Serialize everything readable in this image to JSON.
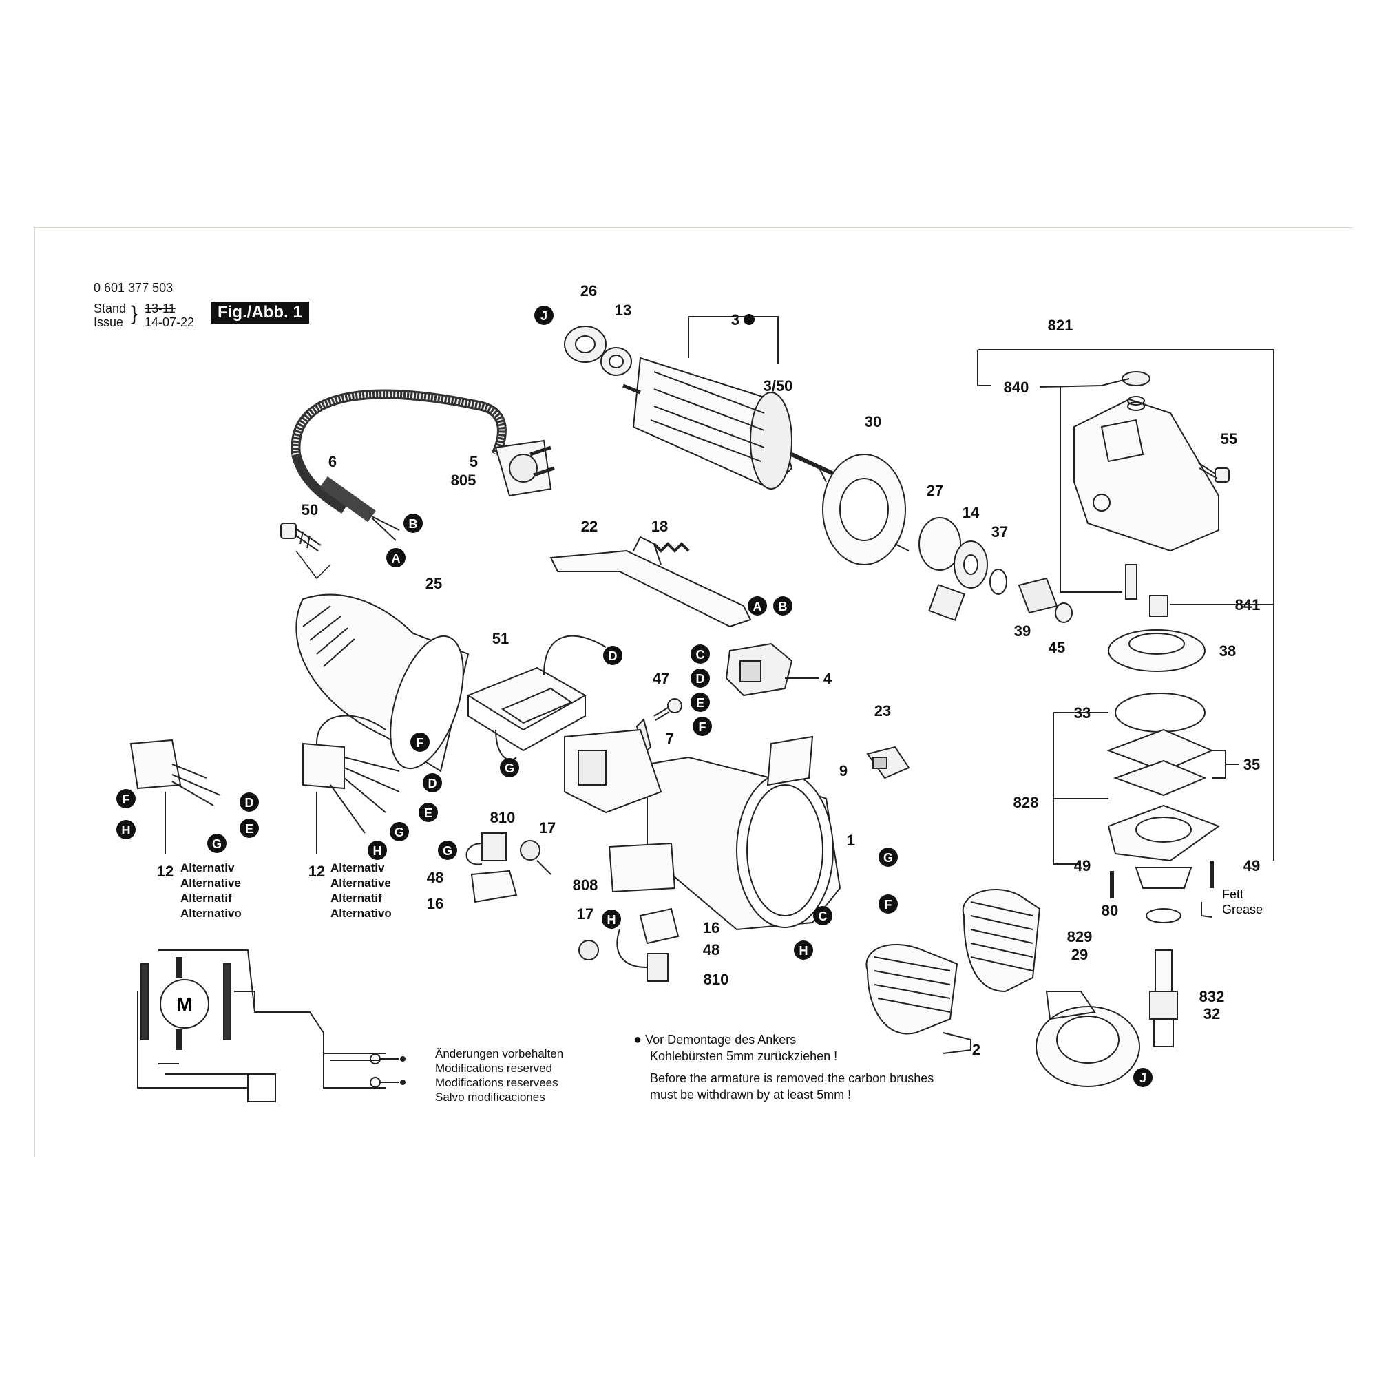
{
  "header": {
    "part_number": "0 601 377 503",
    "stand_label": "Stand",
    "issue_label": "Issue",
    "old_date": "13-11",
    "issue_date": "14-07-22",
    "figure_badge": "Fig./Abb. 1"
  },
  "part_labels": {
    "p26": "26",
    "p13": "13",
    "p3": "3",
    "p3_50": "3/50",
    "p821": "821",
    "p840": "840",
    "p55": "55",
    "p30": "30",
    "p27": "27",
    "p14": "14",
    "p37": "37",
    "p39": "39",
    "p45": "45",
    "p841": "841",
    "p38": "38",
    "p33": "33",
    "p35": "35",
    "p828": "828",
    "p49a": "49",
    "p49b": "49",
    "p80": "80",
    "p829": "829",
    "p29": "29",
    "p832": "832",
    "p32": "32",
    "p6": "6",
    "p5": "5",
    "p805": "805",
    "p50": "50",
    "p25": "25",
    "p22": "22",
    "p18": "18",
    "p4": "4",
    "p51": "51",
    "p47": "47",
    "p7": "7",
    "p23": "23",
    "p9": "9",
    "p1": "1",
    "p810a": "810",
    "p17a": "17",
    "p48a": "48",
    "p16a": "16",
    "p808": "808",
    "p17b": "17",
    "p16b": "16",
    "p48b": "48",
    "p810b": "810",
    "p2": "2",
    "p12a": "12",
    "p12b": "12"
  },
  "connectors": {
    "A": "A",
    "B": "B",
    "C": "C",
    "D": "D",
    "E": "E",
    "F": "F",
    "G": "G",
    "H": "H",
    "J": "J"
  },
  "grease": {
    "de": "Fett",
    "en": "Grease"
  },
  "alternative_labels": [
    "Alternativ",
    "Alternative",
    "Alternatif",
    "Alternativo"
  ],
  "motor_symbol": "M",
  "modifications": [
    "Änderungen vorbehalten",
    "Modifications reserved",
    "Modifications reservees",
    "Salvo modificaciones"
  ],
  "brush_notice": {
    "de_line1": "Vor Demontage des Ankers",
    "de_line2": "Kohlebürsten 5mm zurückziehen !",
    "en_line1": "Before the armature is removed the carbon brushes",
    "en_line2": "must be withdrawn by at least 5mm !"
  }
}
